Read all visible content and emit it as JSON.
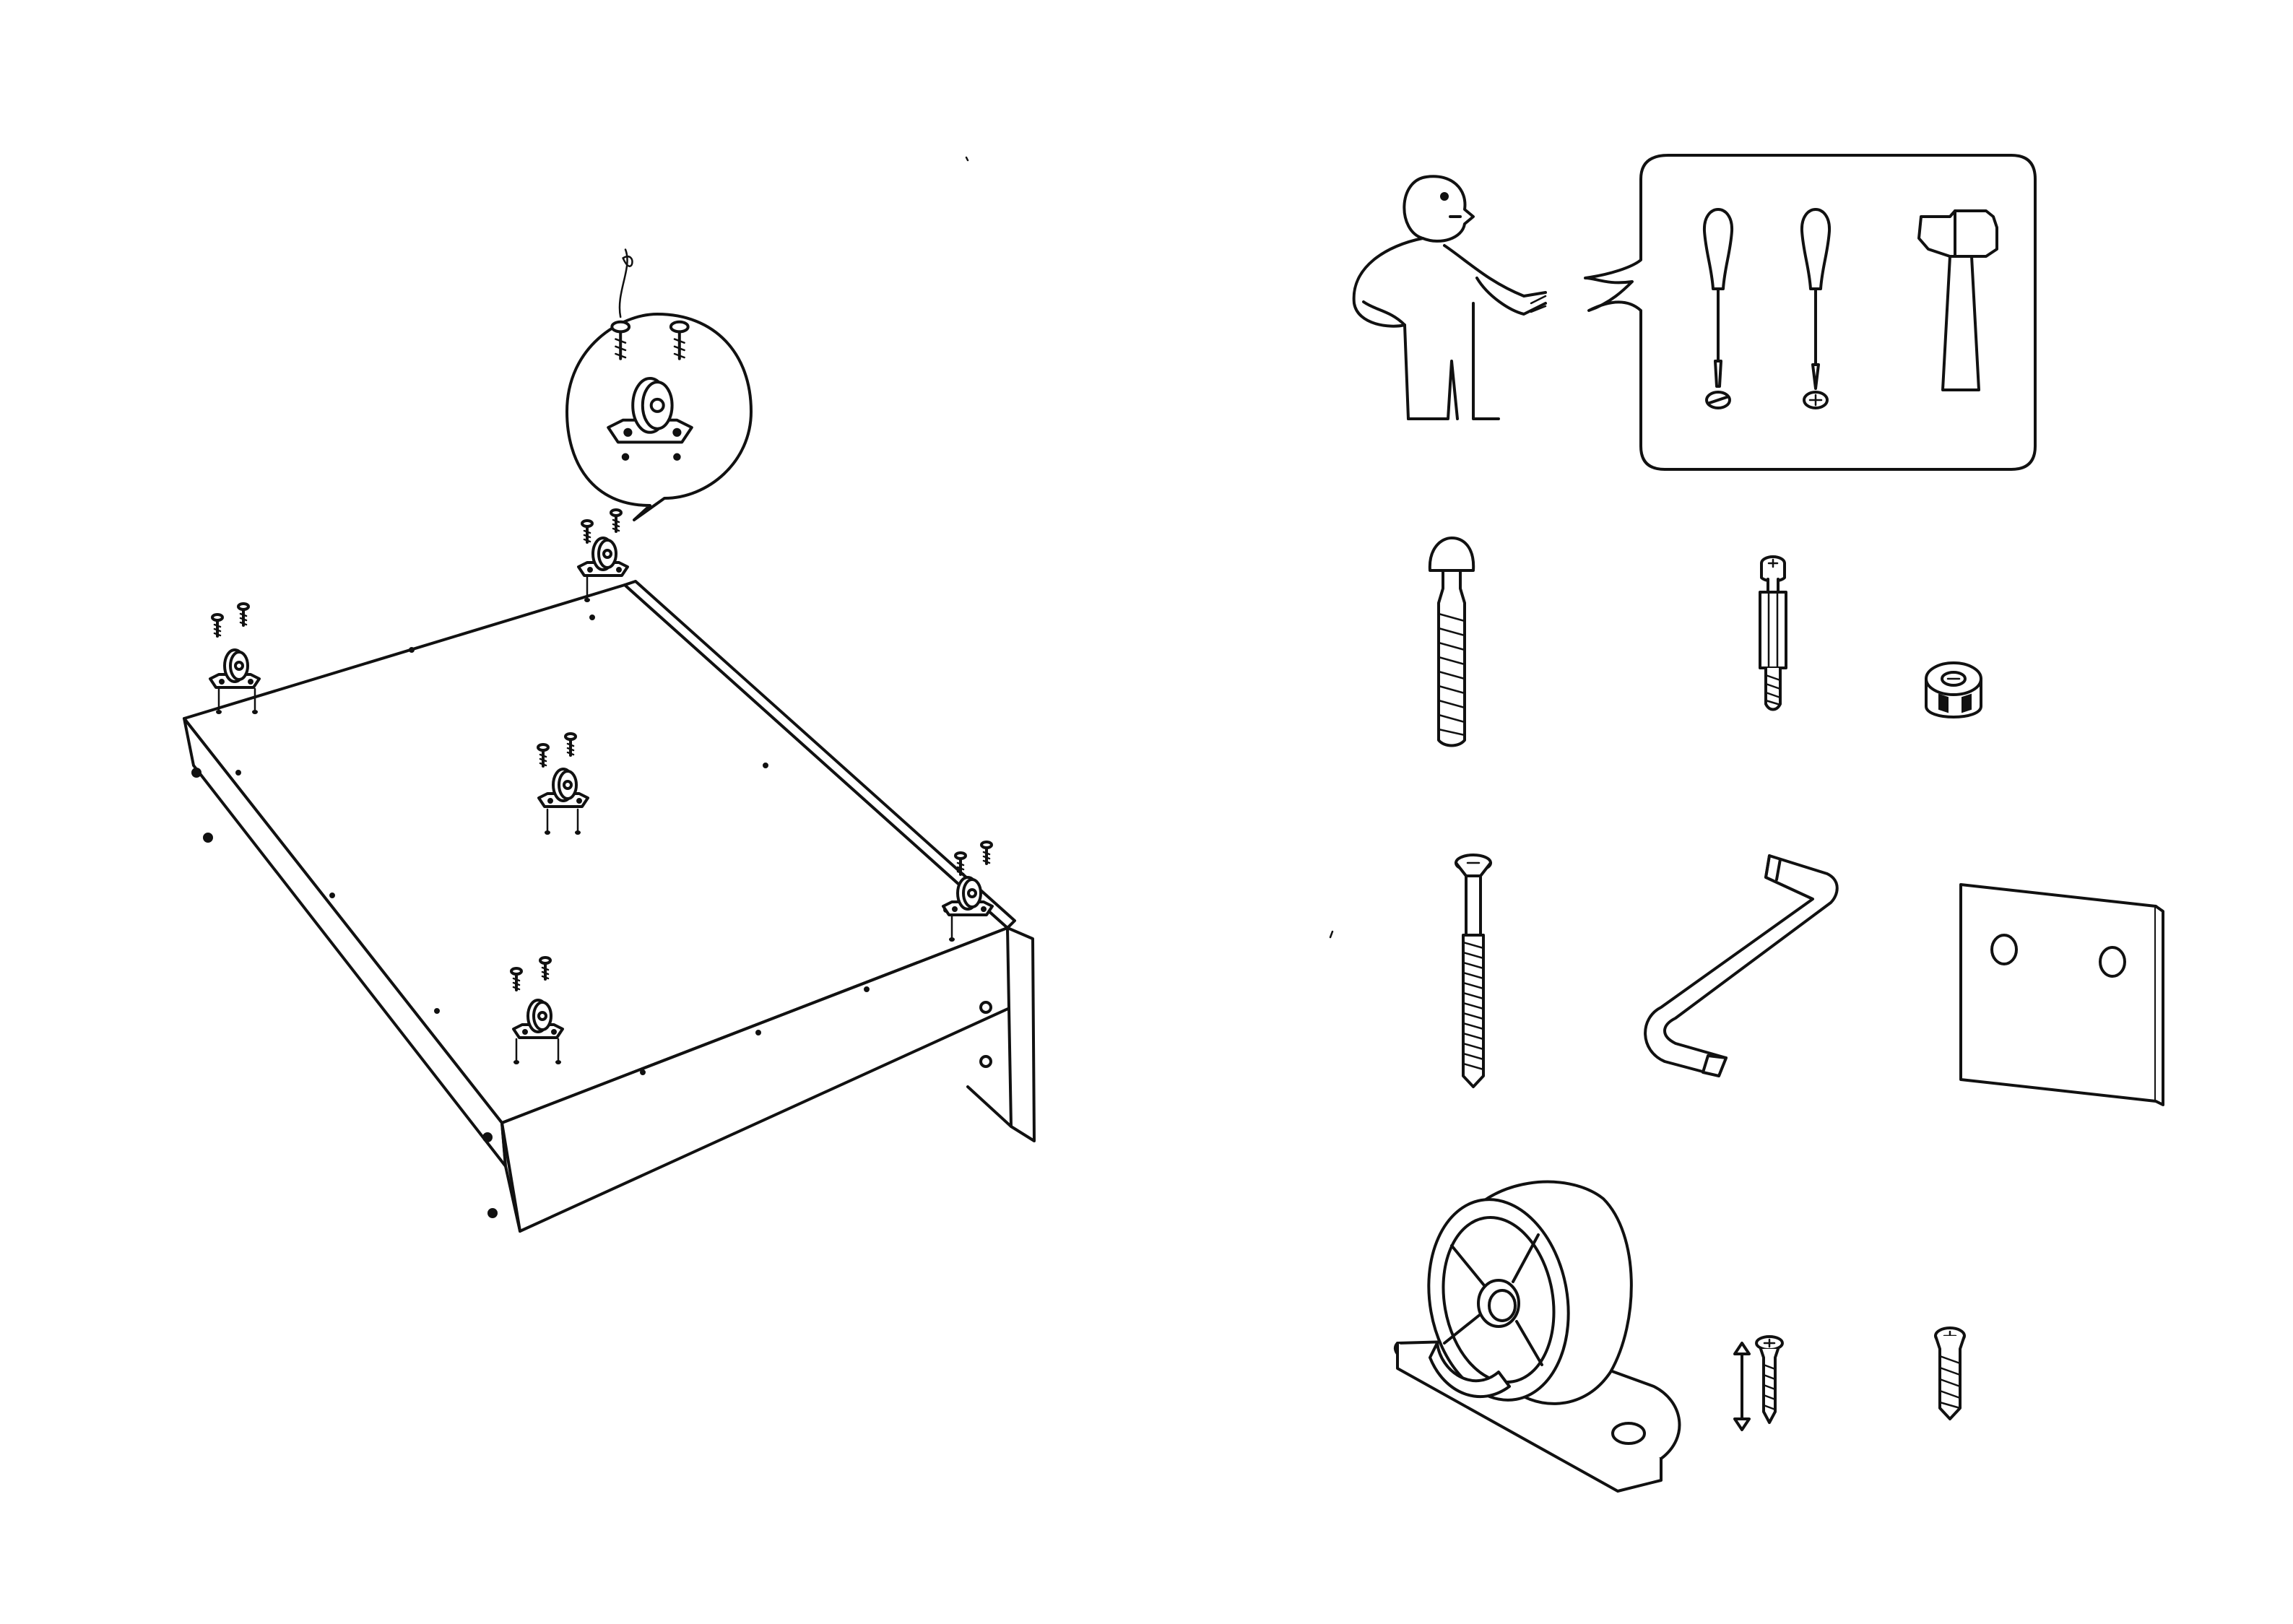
{
  "page": {
    "background": "#ffffff",
    "line_color": "#111111"
  },
  "assembly": {
    "panel": "base-panel",
    "casters_attached": 6,
    "screws_per_caster": 2,
    "detail_callout": "caster-with-screws-icon"
  },
  "tools": {
    "person": "ikea-person-icon",
    "items": [
      "flat-screwdriver-icon",
      "phillips-screwdriver-icon",
      "hammer-icon"
    ]
  },
  "parts": [
    "mushroom-dowel-icon",
    "cam-bolt-icon",
    "cam-lock-nut-icon",
    "long-screw-icon",
    "allen-key-icon",
    "square-plate-icon",
    "caster-wheel-icon",
    "short-screw-icon",
    "wood-screw-icon"
  ]
}
